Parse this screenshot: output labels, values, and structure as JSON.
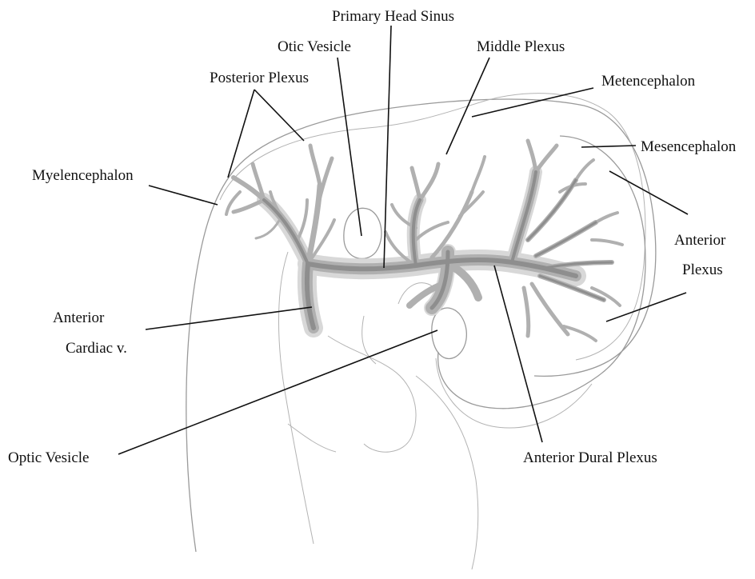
{
  "labels": {
    "primary_head_sinus": "Primary Head Sinus",
    "otic_vesicle": "Otic Vesicle",
    "middle_plexus": "Middle Plexus",
    "posterior_plexus": "Posterior Plexus",
    "metencephalon": "Metencephalon",
    "mesencephalon": "Mesencephalon",
    "myelencephalon": "Myelencephalon",
    "anterior_plexus_line1": "Anterior",
    "anterior_plexus_line2": "Plexus",
    "anterior_cardiac_line1": "Anterior",
    "anterior_cardiac_line2": "Cardiac v.",
    "optic_vesicle": "Optic Vesicle",
    "anterior_dural_plexus": "Anterior Dural Plexus"
  }
}
